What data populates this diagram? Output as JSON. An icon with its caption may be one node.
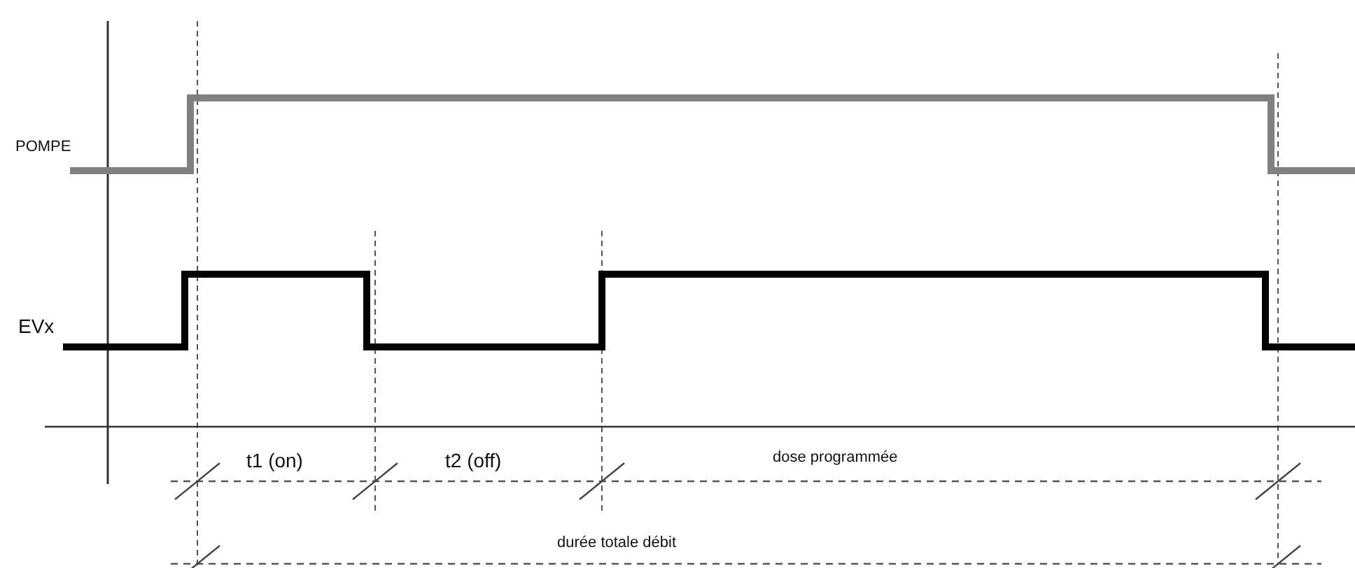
{
  "diagram": {
    "labels": [
      "POMPE",
      "EVx",
      "t1 (on)",
      "t2 (off)",
      "dose programmée",
      "durée totale débit"
    ]
  }
}
